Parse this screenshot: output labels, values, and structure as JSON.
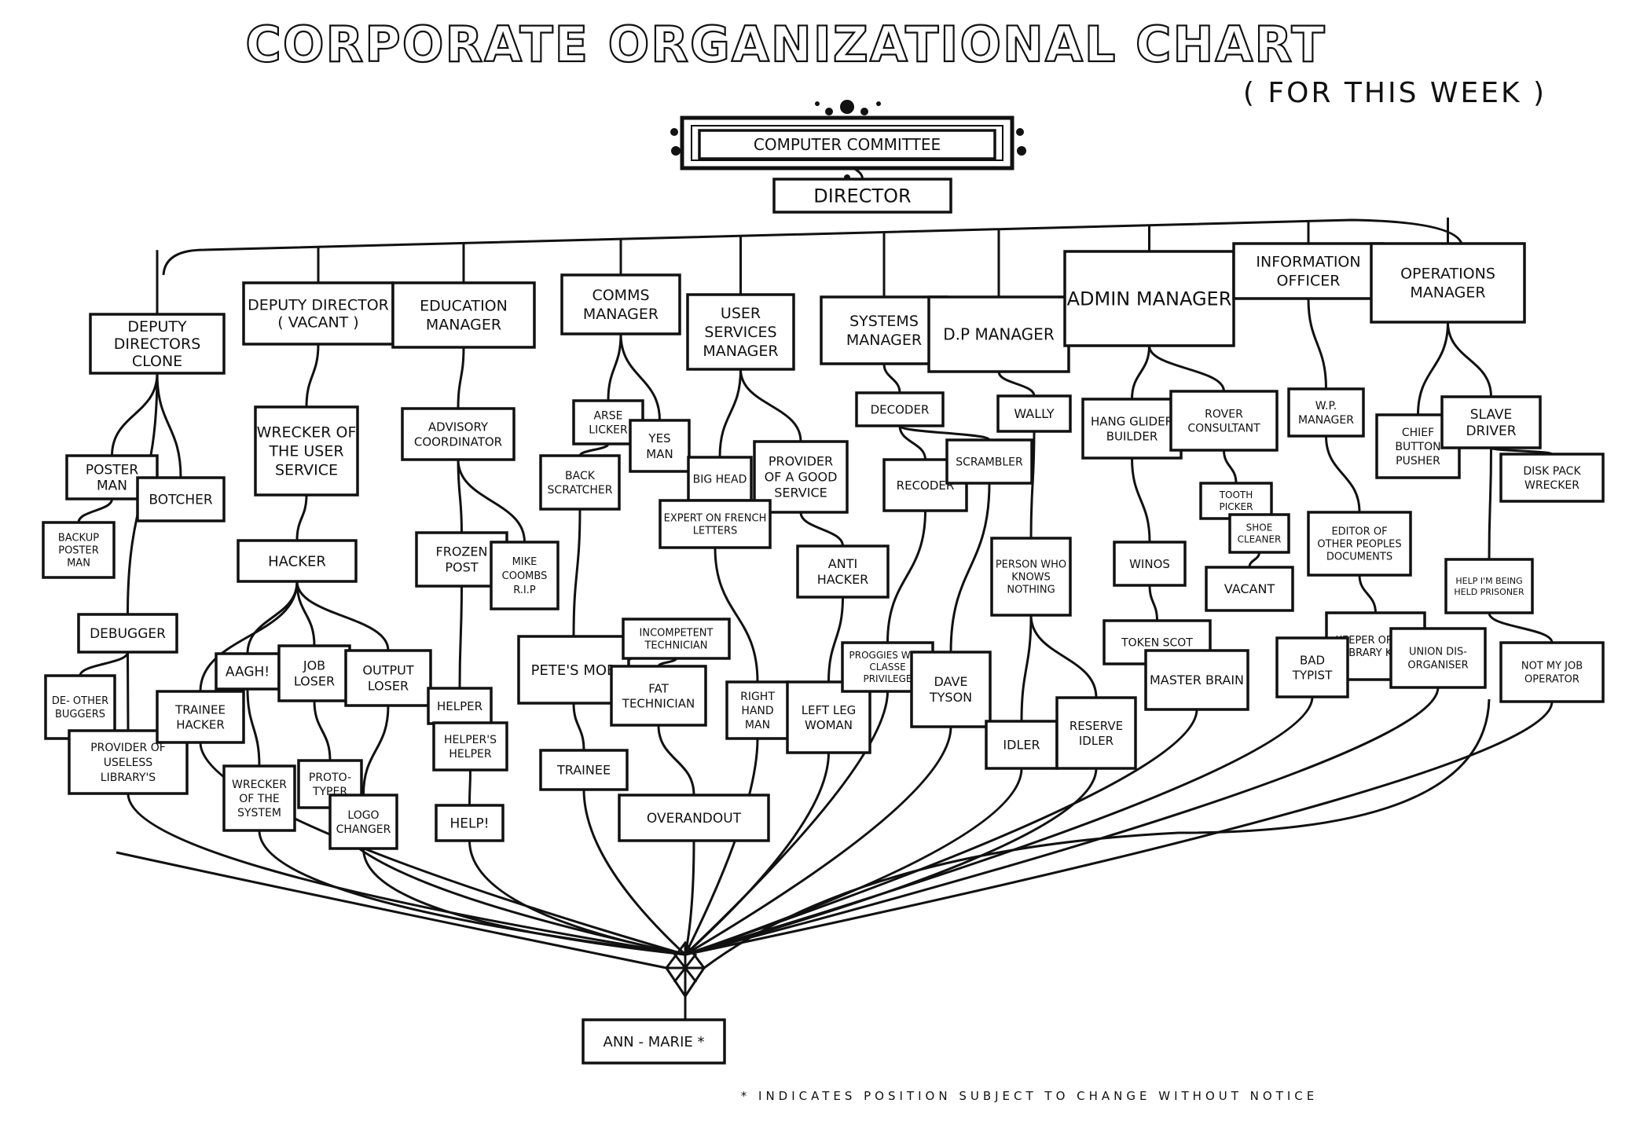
{
  "title": "CORPORATE ORGANIZATIONAL CHART",
  "subtitle": "( FOR THIS WEEK )",
  "footnote": "* INDICATES POSITION SUBJECT TO CHANGE WITHOUT NOTICE",
  "nodes": [
    {
      "id": "committee",
      "label": "COMPUTER COMMITTEE"
    },
    {
      "id": "director",
      "label": "DIRECTOR"
    },
    {
      "id": "ddclone",
      "label": "DEPUTY DIRECTORS CLONE"
    },
    {
      "id": "deputy",
      "label": "DEPUTY DIRECTOR ( VACANT )"
    },
    {
      "id": "education",
      "label": "EDUCATION MANAGER"
    },
    {
      "id": "comms",
      "label": "COMMS MANAGER"
    },
    {
      "id": "userserv",
      "label": "USER SERVICES MANAGER"
    },
    {
      "id": "systems",
      "label": "SYSTEMS MANAGER"
    },
    {
      "id": "dp",
      "label": "D.P MANAGER"
    },
    {
      "id": "admin",
      "label": "ADMIN MANAGER"
    },
    {
      "id": "info",
      "label": "INFORMATION OFFICER"
    },
    {
      "id": "ops",
      "label": "OPERATIONS MANAGER"
    },
    {
      "id": "poster",
      "label": "POSTER MAN"
    },
    {
      "id": "botcher",
      "label": "BOTCHER"
    },
    {
      "id": "backup",
      "label": "BACKUP POSTER MAN"
    },
    {
      "id": "debugger",
      "label": "DEBUGGER"
    },
    {
      "id": "dedebug",
      "label": "DE- OTHER BUGGERS"
    },
    {
      "id": "provlib",
      "label": "PROVIDER OF USELESS LIBRARY'S"
    },
    {
      "id": "wreckuser",
      "label": "WRECKER OF THE USER SERVICE"
    },
    {
      "id": "hacker",
      "label": "HACKER"
    },
    {
      "id": "trainee1",
      "label": "TRAINEE HACKER"
    },
    {
      "id": "aagh",
      "label": "AAGH!"
    },
    {
      "id": "jobloser",
      "label": "JOB LOSER"
    },
    {
      "id": "outloser",
      "label": "OUTPUT LOSER"
    },
    {
      "id": "wrecksys",
      "label": "WRECKER OF THE SYSTEM"
    },
    {
      "id": "proto",
      "label": "PROTO- TYPER"
    },
    {
      "id": "logo",
      "label": "LOGO CHANGER"
    },
    {
      "id": "advisory",
      "label": "ADVISORY COORDINATOR"
    },
    {
      "id": "frozen",
      "label": "FROZEN POST"
    },
    {
      "id": "mike",
      "label": "MIKE COOMBS R.I.P"
    },
    {
      "id": "helper",
      "label": "HELPER"
    },
    {
      "id": "helpers",
      "label": "HELPER'S HELPER"
    },
    {
      "id": "help",
      "label": "HELP!"
    },
    {
      "id": "arse",
      "label": "ARSE LICKER"
    },
    {
      "id": "yesman",
      "label": "YES MAN"
    },
    {
      "id": "back",
      "label": "BACK SCRATCHER"
    },
    {
      "id": "petes",
      "label": "PETE'S MOB"
    },
    {
      "id": "incomp",
      "label": "INCOMPETENT TECHNICIAN"
    },
    {
      "id": "fat",
      "label": "FAT TECHNICIAN"
    },
    {
      "id": "trainee2",
      "label": "TRAINEE"
    },
    {
      "id": "over",
      "label": "OVERANDOUT"
    },
    {
      "id": "bighead",
      "label": "BIG HEAD"
    },
    {
      "id": "provgood",
      "label": "PROVIDER OF A GOOD SERVICE"
    },
    {
      "id": "expert",
      "label": "EXPERT ON FRENCH LETTERS"
    },
    {
      "id": "anti",
      "label": "ANTI HACKER"
    },
    {
      "id": "right",
      "label": "RIGHT HAND MAN"
    },
    {
      "id": "left",
      "label": "LEFT LEG WOMAN"
    },
    {
      "id": "decoder",
      "label": "DECODER"
    },
    {
      "id": "recoder",
      "label": "RECODER"
    },
    {
      "id": "scrambler",
      "label": "SCRAMBLER"
    },
    {
      "id": "progs",
      "label": "PROGGIES WITH CLASSE PRIVILEGE"
    },
    {
      "id": "dave",
      "label": "DAVE TYSON"
    },
    {
      "id": "wally",
      "label": "WALLY"
    },
    {
      "id": "person",
      "label": "PERSON WHO KNOWS NOTHING"
    },
    {
      "id": "idler",
      "label": "IDLER"
    },
    {
      "id": "reserve",
      "label": "RESERVE IDLER"
    },
    {
      "id": "hang",
      "label": "HANG GLIDER BUILDER"
    },
    {
      "id": "rover",
      "label": "ROVER CONSULTANT"
    },
    {
      "id": "tooth",
      "label": "TOOTH PICKER"
    },
    {
      "id": "shoe",
      "label": "SHOE CLEANER"
    },
    {
      "id": "winos",
      "label": "WINOS"
    },
    {
      "id": "vacant",
      "label": "VACANT"
    },
    {
      "id": "token",
      "label": "TOKEN SCOT"
    },
    {
      "id": "master",
      "label": "MASTER BRAIN"
    },
    {
      "id": "wp",
      "label": "W.P. MANAGER"
    },
    {
      "id": "editor",
      "label": "EDITOR OF OTHER PEOPLES DOCUMENTS"
    },
    {
      "id": "keeper",
      "label": "KEEPER OF THE LIBRARY KEYS"
    },
    {
      "id": "bad",
      "label": "BAD TYPIST"
    },
    {
      "id": "union",
      "label": "UNION DIS- ORGANISER"
    },
    {
      "id": "chief",
      "label": "CHIEF BUTTON PUSHER"
    },
    {
      "id": "slave",
      "label": "SLAVE DRIVER"
    },
    {
      "id": "disk",
      "label": "DISK PACK WRECKER"
    },
    {
      "id": "helpim",
      "label": "HELP I'M BEING HELD PRISONER"
    },
    {
      "id": "notmy",
      "label": "NOT MY JOB OPERATOR"
    },
    {
      "id": "annmarie",
      "label": "ANN - MARIE *"
    }
  ]
}
